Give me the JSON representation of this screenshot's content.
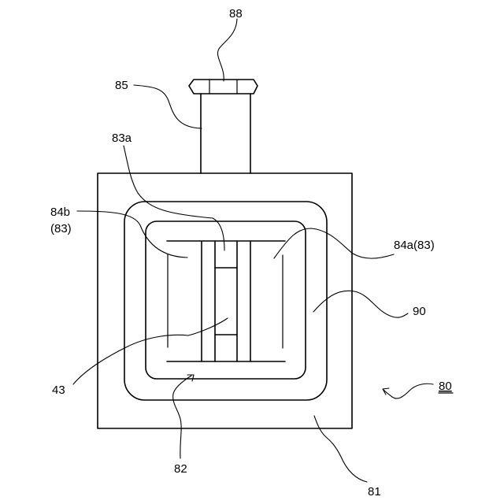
{
  "labels": {
    "l88": "88",
    "l85": "85",
    "l83a": "83a",
    "l84b": "84b",
    "l84b_sub": "(83)",
    "l84a": "84a(83)",
    "l90": "90",
    "l43": "43",
    "l80": "80",
    "l82": "82",
    "l81": "81"
  }
}
